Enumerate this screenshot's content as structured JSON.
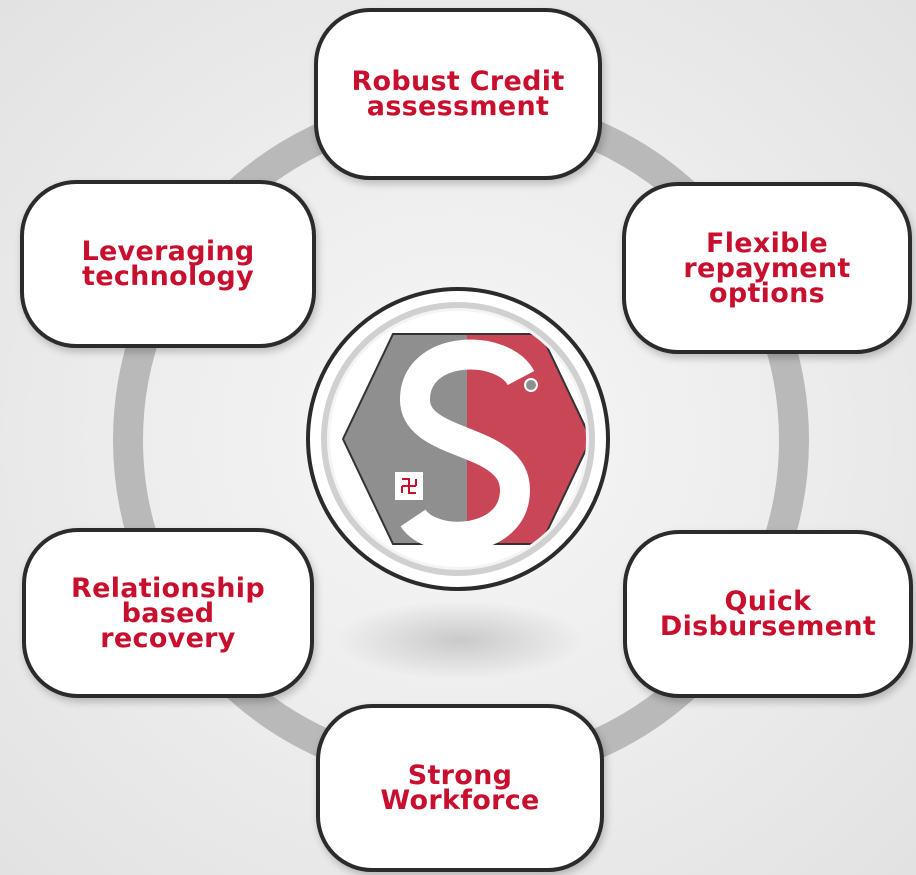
{
  "cycle": {
    "center_logo": {
      "icon": "s-logo-icon",
      "colors": {
        "left": "#8f8f8f",
        "right": "#c94657",
        "border": "#2b2b2b"
      }
    },
    "nodes": [
      {
        "id": "top",
        "label": "Robust Credit\nassessment"
      },
      {
        "id": "right",
        "label": "Flexible\nrepayment\noptions"
      },
      {
        "id": "rbot",
        "label": "Quick\nDisbursement"
      },
      {
        "id": "bottom",
        "label": "Strong\nWorkforce"
      },
      {
        "id": "lbot",
        "label": "Relationship\nbased\nrecovery"
      },
      {
        "id": "left",
        "label": "Leveraging\ntechnology"
      }
    ],
    "colors": {
      "text": "#c8102e",
      "ring": "#b9b9b9",
      "node_border": "#2b2b2b",
      "node_fill": "#ffffff"
    }
  }
}
